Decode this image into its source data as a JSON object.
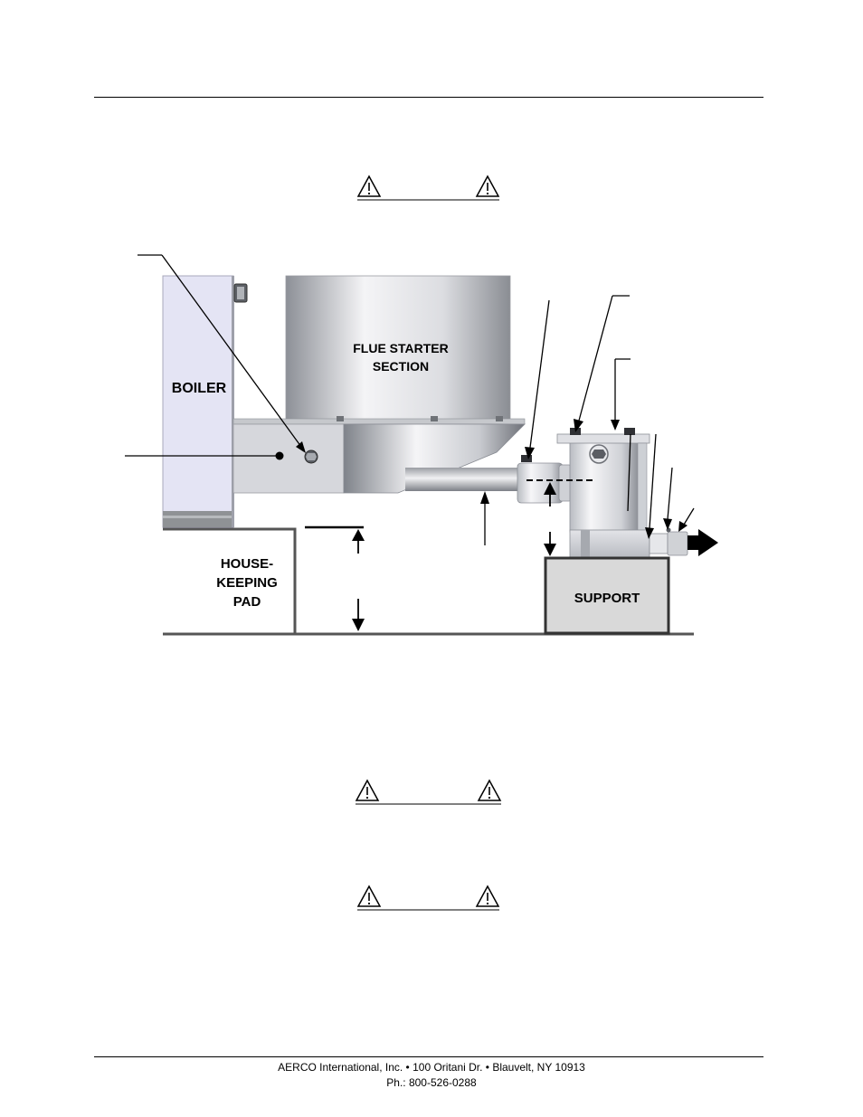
{
  "figure": {
    "boiler_label": "BOILER",
    "flue_label_line1": "FLUE STARTER",
    "flue_label_line2": "SECTION",
    "pad_label_line1": "HOUSE-",
    "pad_label_line2": "KEEPING",
    "pad_label_line3": "PAD",
    "support_label": "SUPPORT"
  },
  "footer": {
    "line1": "AERCO International, Inc. • 100 Oritani Dr. •  Blauvelt, NY 10913",
    "line2": "Ph.: 800-526-0288"
  },
  "colors": {
    "boiler_panel": "#e4e4f4",
    "support_box": "#d9d9d9",
    "metal_dark": "#8a8d93",
    "metal_light": "#f2f2f4"
  },
  "icons": [
    "warning-triangle-icon"
  ]
}
